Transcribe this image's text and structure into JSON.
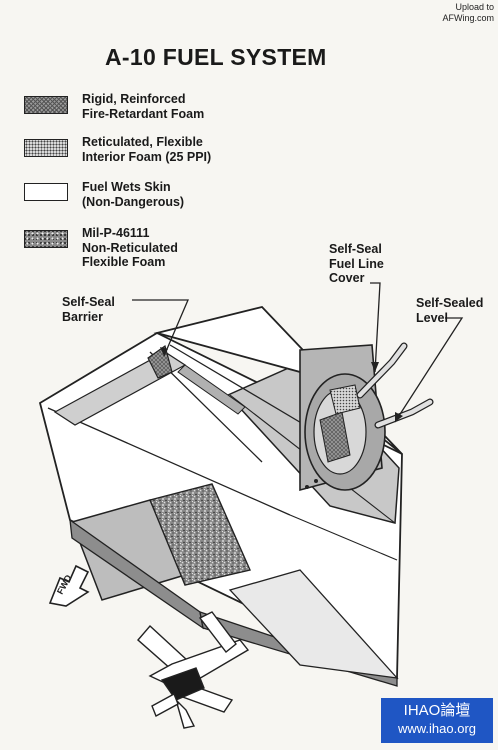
{
  "header": {
    "upload_line1": "Upload to",
    "upload_line2": "AFWing.com",
    "title": "A-10 FUEL SYSTEM"
  },
  "legend": [
    {
      "label": "Rigid, Reinforced\nFire-Retardant Foam",
      "pattern": "rigid"
    },
    {
      "label": "Reticulated, Flexible\nInterior Foam (25 PPI)",
      "pattern": "reticulated"
    },
    {
      "label": "Fuel Wets Skin\n(Non-Dangerous)",
      "pattern": "blank"
    },
    {
      "label": "Mil-P-46111\nNon-Reticulated\nFlexible Foam",
      "pattern": "nonreticulated"
    }
  ],
  "callouts": {
    "fuel_line_cover": "Self-Seal\nFuel Line\nCover",
    "self_sealed_level": "Self-Sealed\nLevel",
    "barrier": "Self-Seal\nBarrier"
  },
  "arrow_label": "FWD",
  "watermark": {
    "line1": "IHAO論壇",
    "line2": "www.ihao.org"
  },
  "colors": {
    "wing_gray": "#b9b9b9",
    "dark_gray": "#8c8c8c",
    "outline": "#222222",
    "watermark_blue": "#1f56c4"
  }
}
